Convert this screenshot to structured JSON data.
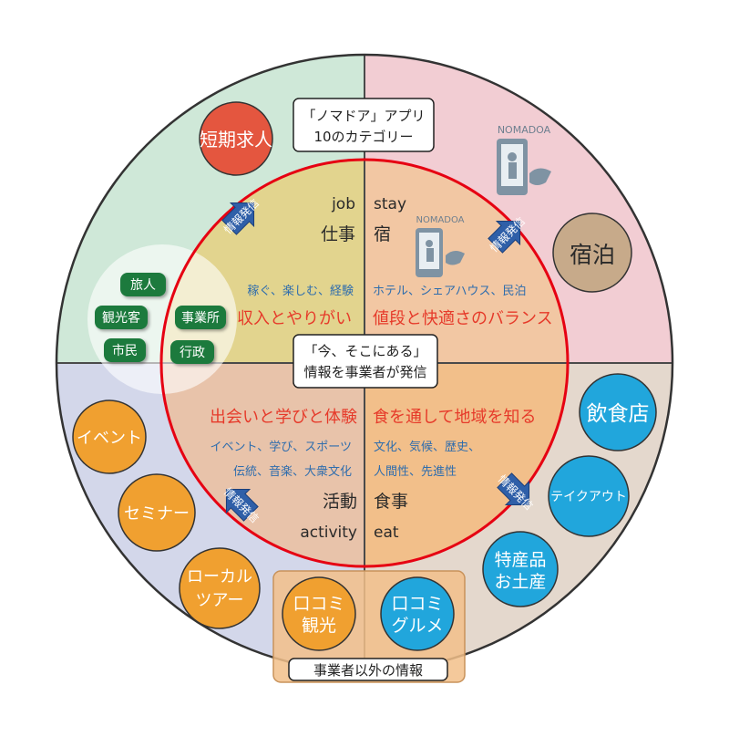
{
  "header": {
    "line1": "「ノマドア」アプリ",
    "line2": "10のカテゴリー"
  },
  "center": {
    "line1": "「今、そこにある」",
    "line2": "情報を事業者が発信"
  },
  "info_label": "情報発信",
  "logo": {
    "text": "NOMADOA",
    "icon": "phone-person-icon"
  },
  "quadrants": {
    "job": {
      "en": "job",
      "jp": "仕事",
      "tags": "稼ぐ、楽しむ、経験",
      "headline": "収入とやりがい"
    },
    "stay": {
      "en": "stay",
      "jp": "宿",
      "tags": "ホテル、シェアハウス、民泊",
      "headline": "値段と快適さのバランス"
    },
    "activity": {
      "en": "activity",
      "jp": "活動",
      "tags1": "イベント、学び、スポーツ",
      "tags2": "伝統、音楽、大衆文化",
      "headline": "出会いと学びと体験"
    },
    "eat": {
      "en": "eat",
      "jp": "食事",
      "tags1": "文化、気候、歴史、",
      "tags2": "人間性、先進性",
      "headline": "食を通して地域を知る"
    }
  },
  "left_group": {
    "tourist": "旅人",
    "visitor": "観光客",
    "citizen": "市民",
    "business": "事業所",
    "government": "行政"
  },
  "categories": {
    "shortjob": "短期求人",
    "lodging": "宿泊",
    "restaurant": "飲食店",
    "takeout": "テイクアウト",
    "specialty1": "特産品",
    "specialty2": "お土産",
    "event": "イベント",
    "seminar": "セミナー",
    "localtour1": "ローカル",
    "localtour2": "ツアー",
    "review_tour1": "口コミ",
    "review_tour2": "観光",
    "review_gourmet1": "口コミ",
    "review_gourmet2": "グルメ"
  },
  "other_info": "事業者以外の情報",
  "colors": {
    "green_bg": "#cfe8d8",
    "pink_bg": "#f2cdd3",
    "blue_bg": "#d3d7ea",
    "beige_bg": "#e4d8cd",
    "inner_job": "#e2d48e",
    "inner_stay": "#f2c7a3",
    "inner_activity": "#e8c3aa",
    "inner_eat": "#f2bf8a",
    "red_ring": "#e60012",
    "text_blue": "#2f6dad",
    "text_red": "#e63a2a",
    "orange": "#f0a030",
    "cyan": "#21a6dc",
    "brown": "#c7aa8a",
    "tomato": "#e4563f",
    "dark_green": "#1f7a3d"
  }
}
